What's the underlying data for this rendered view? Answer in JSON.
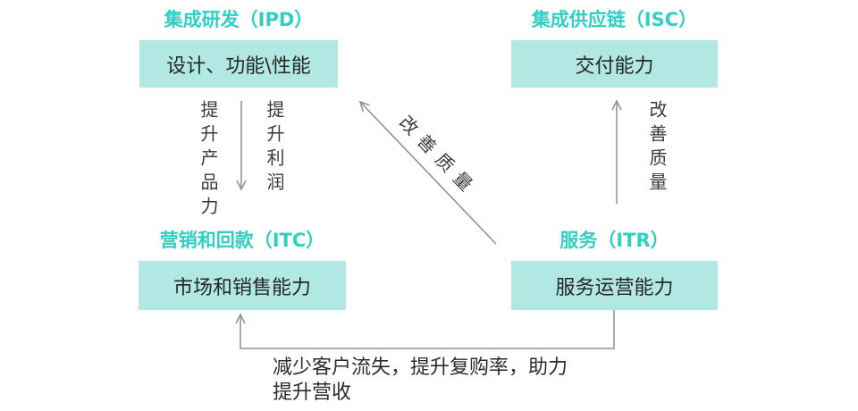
{
  "colors": {
    "accent_teal": "#2fcfc3",
    "box_fill": "#b2e8e4",
    "box_text": "#262626",
    "arrow_gray": "#8f8f8f",
    "label_text": "#3a3a3a"
  },
  "sections": {
    "ipd": {
      "title": "集成研发（IPD）",
      "capability": "设计、功能\\性能"
    },
    "isc": {
      "title": "集成供应链（ISC）",
      "capability": "交付能力"
    },
    "itc": {
      "title": "营销和回款（ITC）",
      "capability": "市场和销售能力"
    },
    "itr": {
      "title": "服务（ITR）",
      "capability": "服务运营能力"
    }
  },
  "labels": {
    "lift_product": "提升产品力",
    "lift_profit": "提升利润",
    "improve_quality_diagonal": "改善质量",
    "improve_quality_right": "改善质量",
    "bottom_note_line1": "减少客户流失，提升复购率，助力",
    "bottom_note_line2": "提升营收"
  }
}
